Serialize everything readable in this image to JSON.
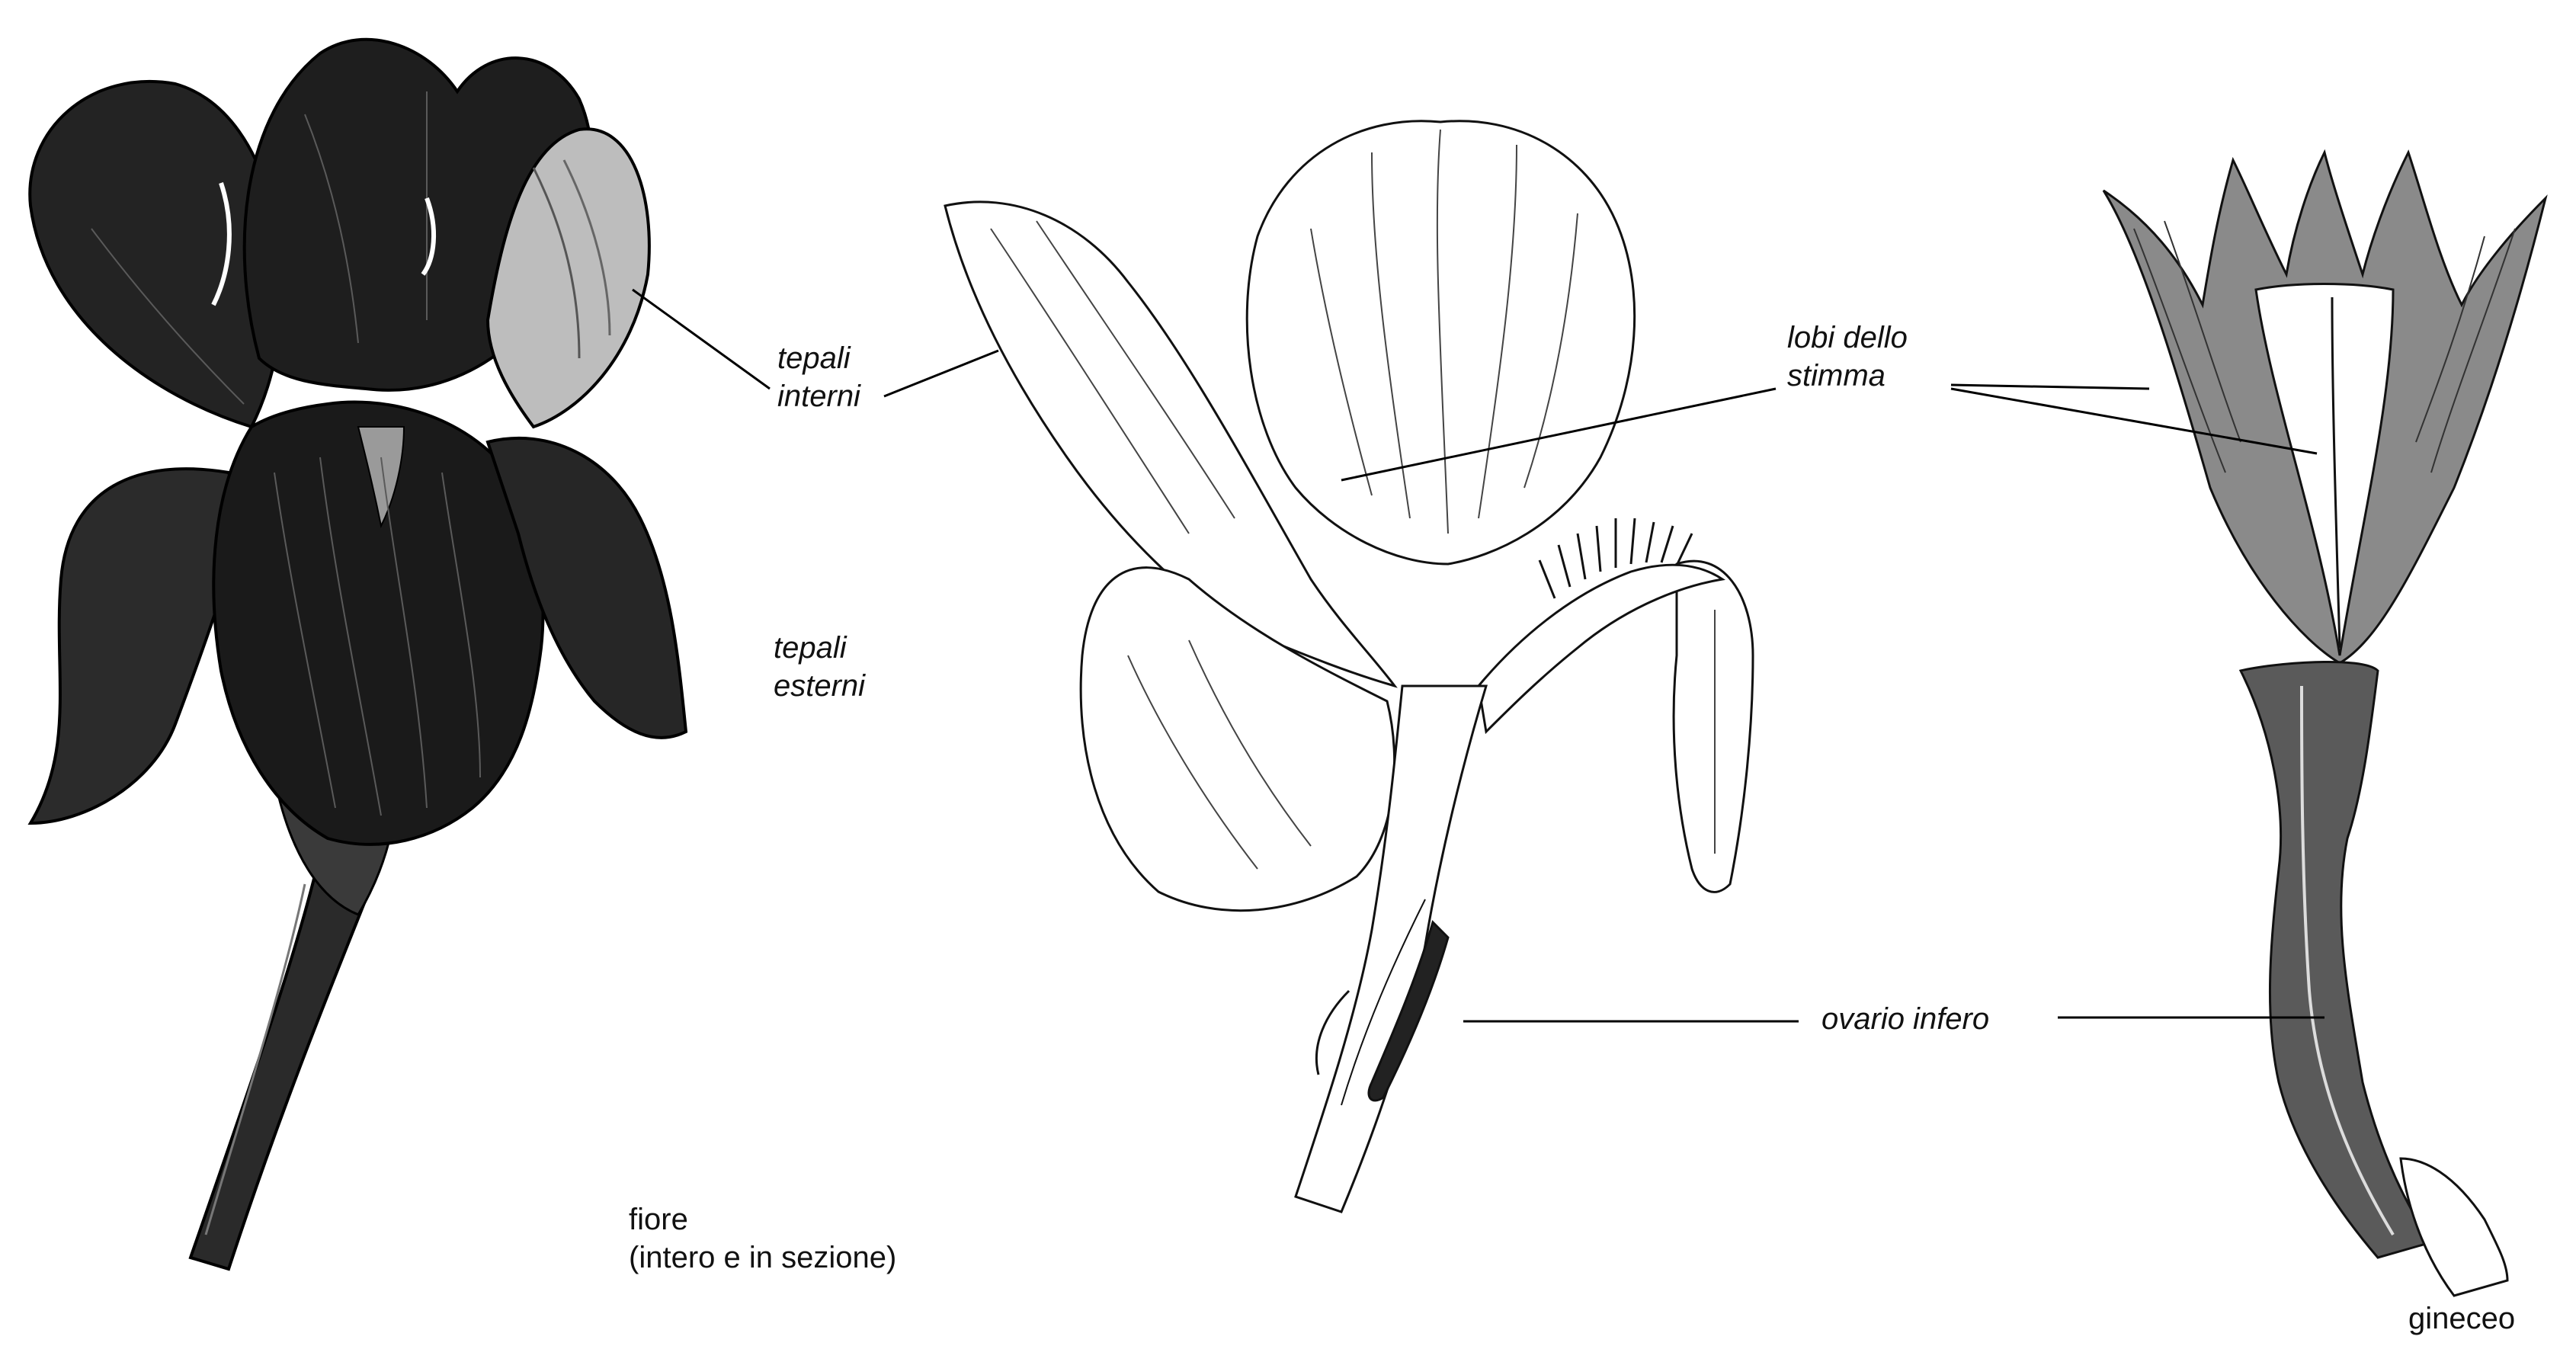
{
  "labels": {
    "tepali_interni": [
      "tepali",
      "interni"
    ],
    "tepali_esterni": [
      "tepali",
      "esterni"
    ],
    "lobi_dello_stimma": [
      "lobi dello",
      "stimma"
    ],
    "ovario_infero": "ovario infero",
    "fiore": [
      "fiore",
      "(intero e in sezione)"
    ],
    "gineceo": "gineceo"
  },
  "colors": {
    "ink": "#111111",
    "dark_petal": "#1e1e1e",
    "mid_petal": "#3a3a3a",
    "paper": "#ffffff"
  },
  "illustrations": [
    "iris-flower-whole",
    "iris-flower-section",
    "gynoecium"
  ]
}
